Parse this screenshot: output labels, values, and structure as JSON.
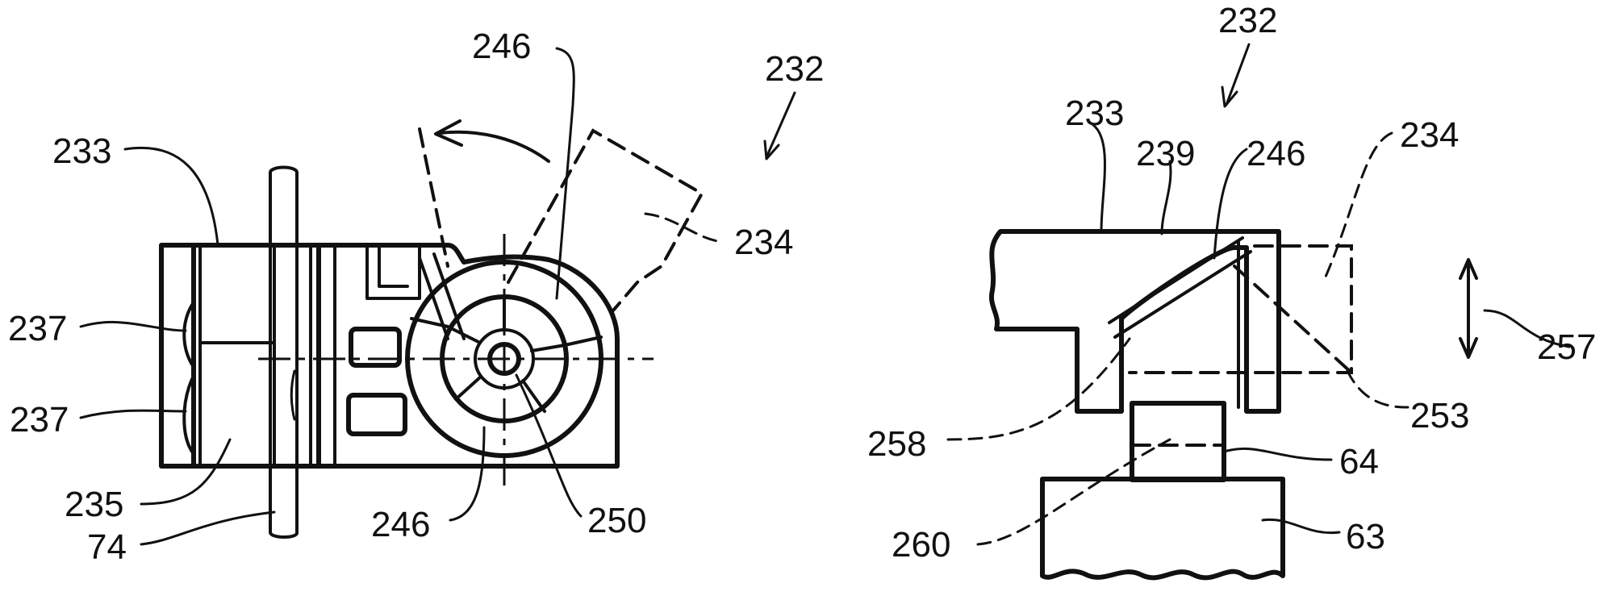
{
  "figure": {
    "left_view": {
      "labels": {
        "ref_246_top": "246",
        "ref_232": "232",
        "ref_233": "233",
        "ref_234": "234",
        "ref_237_a": "237",
        "ref_237_b": "237",
        "ref_235": "235",
        "ref_74": "74",
        "ref_246_bottom": "246",
        "ref_250": "250"
      }
    },
    "right_view": {
      "labels": {
        "ref_232": "232",
        "ref_233": "233",
        "ref_239": "239",
        "ref_246": "246",
        "ref_234": "234",
        "ref_257": "257",
        "ref_253": "253",
        "ref_258": "258",
        "ref_64": "64",
        "ref_260": "260",
        "ref_63": "63"
      }
    }
  }
}
